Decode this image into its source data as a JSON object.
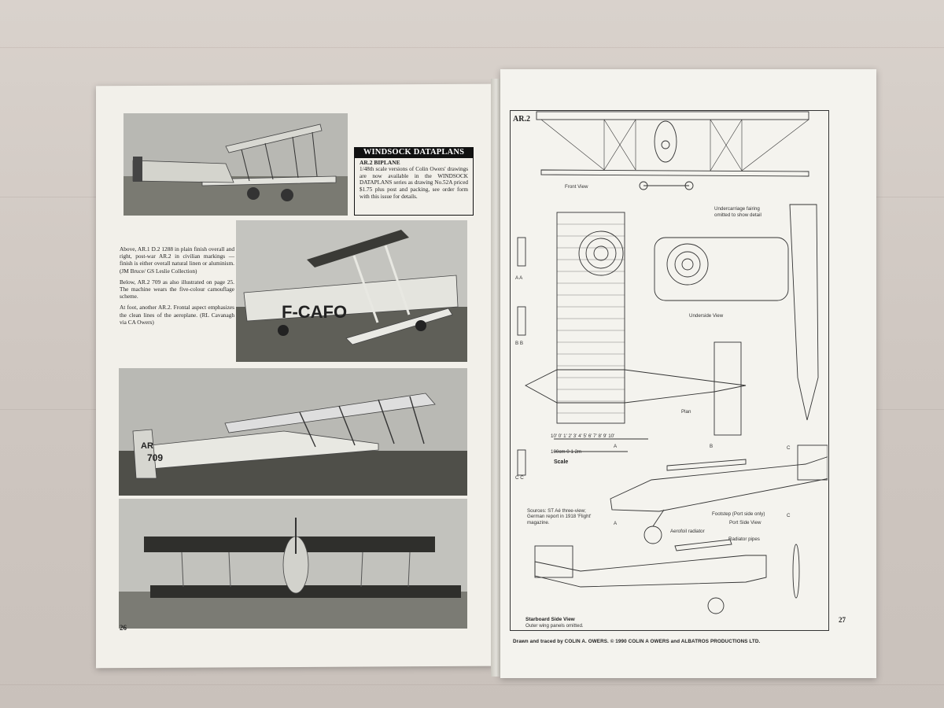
{
  "left_page": {
    "ad": {
      "heading": "WINDSOCK DATAPLANS",
      "subheading": "AR.2 BIPLANE",
      "body": "1/48th scale versions of Colin Owers' drawings are now available in the WINDSOCK DATAPLANS series as drawing No.52A priced $1.75 plus post and packing, see order form with this issue for details."
    },
    "caption": {
      "p1": "Above, AR.1 D.2 1288 in plain finish overall and right, post-war AR.2 in civilian markings — finish is either overall natural linen or aluminism. (JM Bruce/ GS Leslie Collection)",
      "p2": "Below, AR.2 709 as also illustrated on page 25. The machine wears the five-colour camouflage scheme.",
      "p3": "At foot, another AR.2. Frontal aspect emphasizes the clean lines of the aeroplane. (RL Cavanagh via CA Owers)"
    },
    "photo_markings": {
      "civil_reg": "F-CAFO",
      "serial_top": "AR",
      "serial_num": "709"
    },
    "page_number": "26"
  },
  "right_page": {
    "title": "AR.2",
    "labels": {
      "front_view": "Front View",
      "undercarriage_note_1": "Undercarriage fairing",
      "undercarriage_note_2": "omitted to show detail",
      "underside_view": "Underside View",
      "plan": "Plan",
      "scale": "Scale",
      "scale_ft": "10' 0' 1' 2' 3' 4' 5' 6' 7' 8' 9' 10'",
      "scale_m": "100cm 0 1 2m",
      "section_a": "A A",
      "section_b": "B B",
      "section_c": "C C",
      "marker_a": "A",
      "marker_b": "B",
      "marker_c": "C",
      "footstep": "Footstep (Port side only)",
      "port_side_view": "Port Side View",
      "aerofoil_radiator": "Aerofoil radiator",
      "radiator_pipes": "Radiator pipes",
      "starboard_side_view": "Starboard Side View",
      "outer_wing_note": "Outer wing panels omitted."
    },
    "sources": "Sources: ST Aé three-view; German report in 1918 'Flight' magazine.",
    "credit": "Drawn and traced by COLIN A. OWERS. © 1990 COLIN A OWERS and ALBATROS PRODUCTIONS LTD.",
    "page_number": "27"
  },
  "colors": {
    "paper": "#f2f0ea",
    "ink": "#222222",
    "table": "#d4ccc6"
  }
}
